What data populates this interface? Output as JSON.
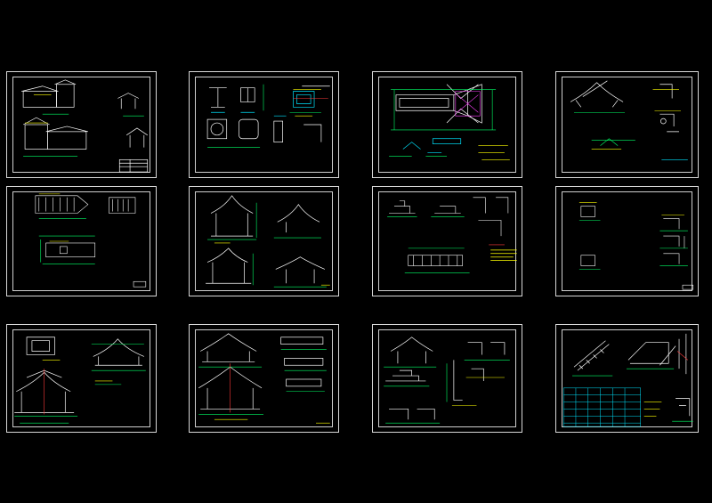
{
  "viewer": {
    "background_color": "#000000",
    "frame_color": "#d8d8d8",
    "line_colors": [
      "#ffffff",
      "#00ff66",
      "#00e5ff",
      "#ffff00",
      "#ff3a3a",
      "#ff40ff"
    ]
  },
  "sheets": [
    {
      "id": "sheet-01",
      "drawing": "building-elevations",
      "row": 1,
      "col": 1
    },
    {
      "id": "sheet-02",
      "drawing": "column-details",
      "row": 1,
      "col": 2
    },
    {
      "id": "sheet-03",
      "drawing": "roof-plan",
      "row": 1,
      "col": 3
    },
    {
      "id": "sheet-04",
      "drawing": "eave-profiles",
      "row": 1,
      "col": 4
    },
    {
      "id": "sheet-05",
      "drawing": "corridor-plan",
      "row": 2,
      "col": 1
    },
    {
      "id": "sheet-06",
      "drawing": "pavilion-sections",
      "row": 2,
      "col": 2
    },
    {
      "id": "sheet-07",
      "drawing": "foundation-details",
      "row": 2,
      "col": 3
    },
    {
      "id": "sheet-08",
      "drawing": "joint-details",
      "row": 2,
      "col": 4
    },
    {
      "id": "sheet-09",
      "drawing": "roof-truss-sections-a",
      "row": 3,
      "col": 1
    },
    {
      "id": "sheet-10",
      "drawing": "roof-truss-sections-b",
      "row": 3,
      "col": 2
    },
    {
      "id": "sheet-11",
      "drawing": "bracket-details",
      "row": 3,
      "col": 3
    },
    {
      "id": "sheet-12",
      "drawing": "stair-details-and-schedule",
      "row": 3,
      "col": 4
    }
  ]
}
